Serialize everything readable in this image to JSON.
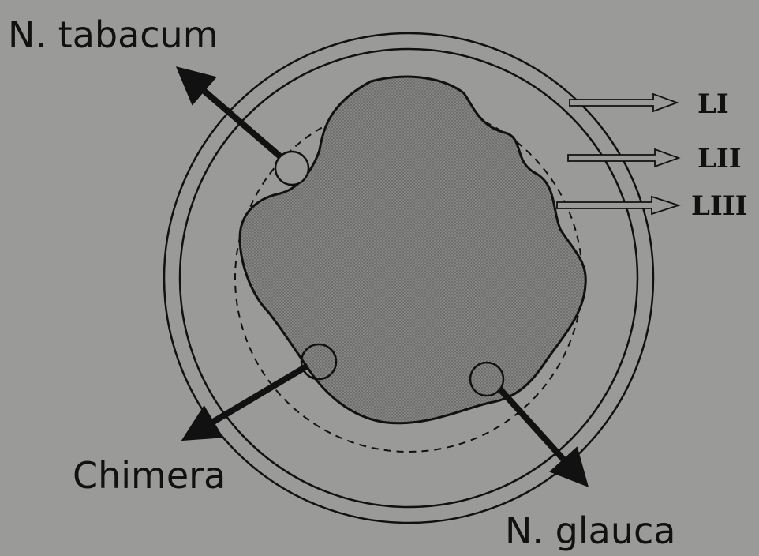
{
  "labels": {
    "tabacum": "N. tabacum",
    "chimera": "Chimera",
    "glauca": "N. glauca"
  },
  "layers": [
    "LI",
    "LII",
    "LIII"
  ],
  "colors": {
    "background": "#9a9a98",
    "line": "#111111",
    "shaded_region": "#7e7e7c",
    "small_circle_fill": "#9a9a98"
  }
}
